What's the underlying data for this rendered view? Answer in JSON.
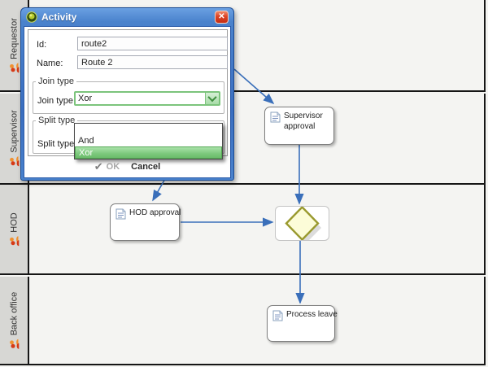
{
  "lanes": [
    {
      "label": "Requestor"
    },
    {
      "label": "Supervisor"
    },
    {
      "label": "HOD"
    },
    {
      "label": "Back office"
    }
  ],
  "dialog": {
    "title": "Activity",
    "fields": {
      "id_label": "Id:",
      "id_value": "route2",
      "name_label": "Name:",
      "name_value": "Route 2"
    },
    "join_group": {
      "legend": "Join type",
      "label": "Join type:",
      "value": "Xor"
    },
    "split_group": {
      "legend": "Split type",
      "label": "Split type:"
    },
    "dropdown": {
      "options": [
        "",
        "And",
        "Xor"
      ],
      "selected": "Xor"
    },
    "buttons": {
      "ok": "OK",
      "cancel": "Cancel"
    }
  },
  "nodes": {
    "supervisor_approval": "Supervisor approval",
    "hod_approval": "HOD approval",
    "process_leave": "Process leave"
  },
  "colors": {
    "arrow": "#3a6fba",
    "titlebar_blue": "#3a6ec0",
    "close_red": "#dd4326",
    "combo_focus_green": "#7cc47c",
    "highlight_green": "#7cc87c",
    "diamond_fill": "#fcfcd8",
    "diamond_stroke": "#99992e",
    "lane_border": "#161616",
    "lane_header_bg": "#d7d7d4"
  }
}
